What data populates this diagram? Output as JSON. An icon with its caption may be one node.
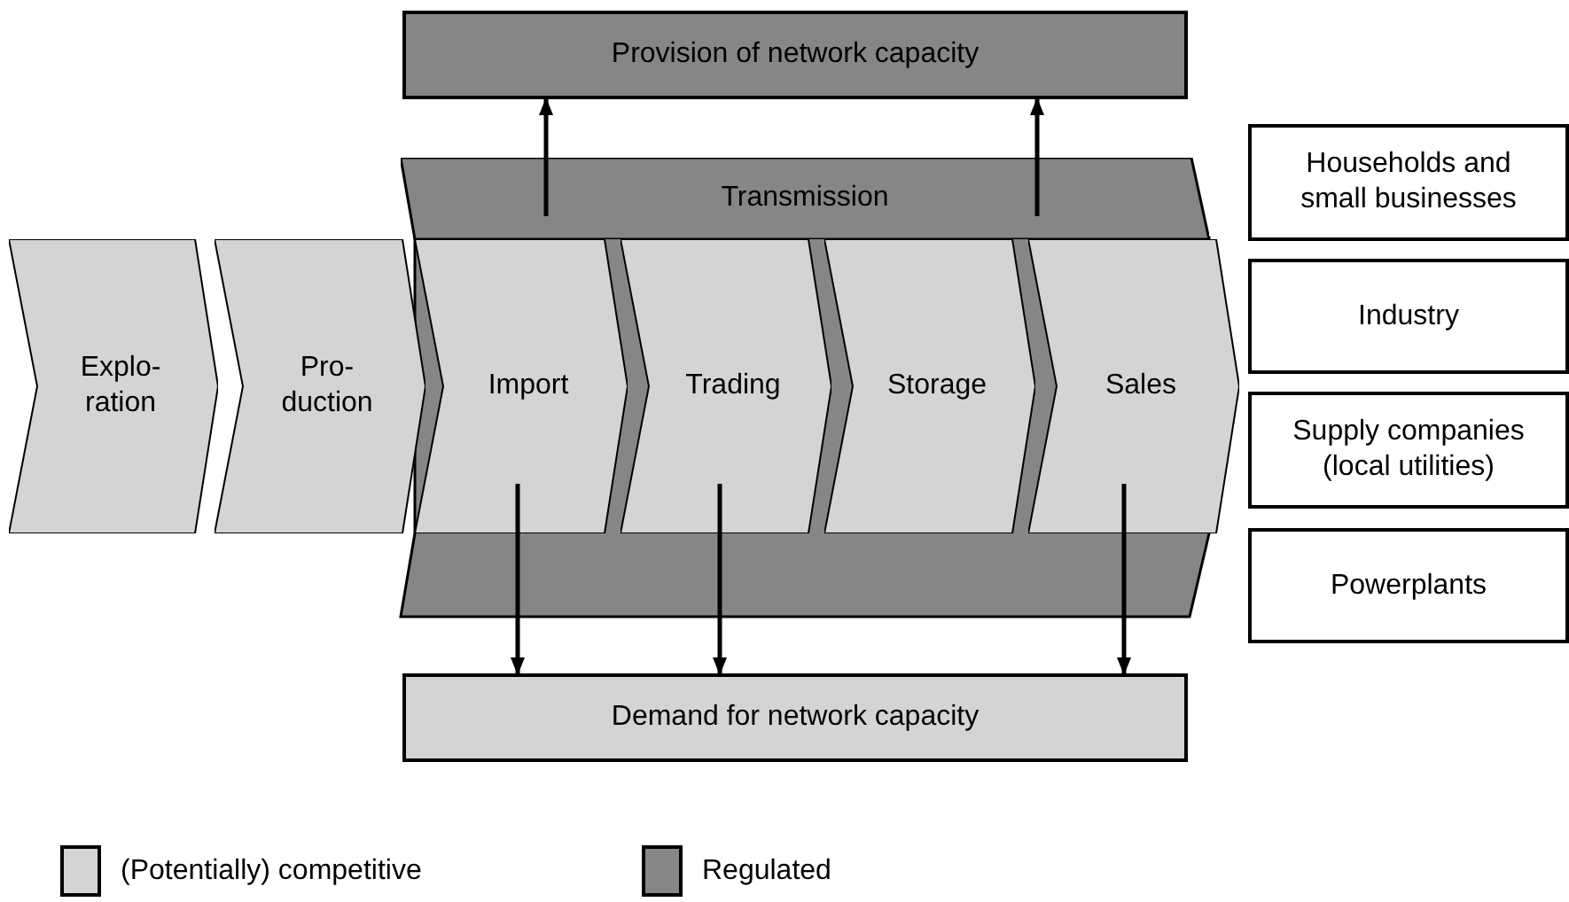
{
  "diagram": {
    "nodes": [
      {
        "text": [
          "Provision of network capacity"
        ]
      },
      {
        "text": [
          "Transmission"
        ]
      },
      {
        "text": [
          "Households and small businesses"
        ]
      },
      {
        "text": [
          "Explo-ration"
        ]
      },
      {
        "text": [
          "Pro-duction"
        ]
      },
      {
        "text": [
          "Import"
        ]
      },
      {
        "text": [
          "Trading"
        ]
      },
      {
        "text": [
          "Storage"
        ]
      },
      {
        "text": [
          "Sales"
        ]
      },
      {
        "text": [
          "Industry"
        ]
      },
      {
        "text": [
          "Supply companies (local utilities)"
        ]
      },
      {
        "text": [
          "Powerplants"
        ]
      },
      {
        "text": [
          "Demand for network capacity"
        ]
      }
    ],
    "edges": [
      {
        "from": 1,
        "to": 0,
        "arrow": "to"
      },
      {
        "from": 1,
        "to": 0,
        "arrow": "to"
      },
      {
        "from": 5,
        "to": 12,
        "arrow": "to"
      },
      {
        "from": 6,
        "to": 12,
        "arrow": "to"
      },
      {
        "from": 8,
        "to": 12,
        "arrow": "to"
      }
    ],
    "legend": [
      {
        "text": "(Potentially) competitive",
        "color": "#d4d4d4"
      },
      {
        "text": "Regulated",
        "color": "#868686"
      }
    ]
  }
}
